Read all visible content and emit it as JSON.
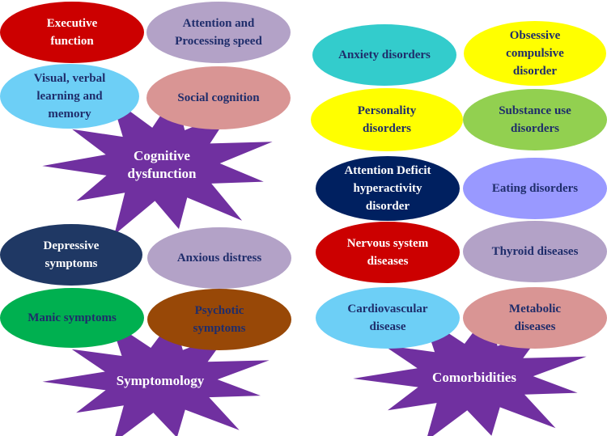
{
  "colors": {
    "red": "#cc0000",
    "lavender": "#b3a2c7",
    "skyblue": "#6dcff6",
    "rose": "#d99594",
    "teal": "#33cccc",
    "yellow": "#ffff00",
    "lime": "#92d050",
    "navy": "#002060",
    "periwinkle": "#9999ff",
    "darkblue": "#1f3864",
    "green": "#00b050",
    "brown": "#984807",
    "purple": "#7030a0",
    "text_dark": "#1f2d6b",
    "text_light": "#ffffff"
  },
  "cognitive": {
    "star_label": [
      "Cognitive",
      "dysfunction"
    ],
    "items": [
      {
        "lines": [
          "Executive",
          "function"
        ],
        "color": "red",
        "text": "text_light"
      },
      {
        "lines": [
          "Attention and",
          "Processing speed"
        ],
        "color": "lavender",
        "text": "text_dark"
      },
      {
        "lines": [
          "Visual, verbal",
          "learning and",
          "memory"
        ],
        "color": "skyblue",
        "text": "text_dark"
      },
      {
        "lines": [
          "Social cognition"
        ],
        "color": "rose",
        "text": "text_dark"
      }
    ]
  },
  "symptomology": {
    "star_label": [
      "Symptomology"
    ],
    "items": [
      {
        "lines": [
          "Depressive",
          "symptoms"
        ],
        "color": "darkblue",
        "text": "text_light"
      },
      {
        "lines": [
          "Anxious distress"
        ],
        "color": "lavender",
        "text": "text_dark"
      },
      {
        "lines": [
          "Manic symptoms"
        ],
        "color": "green",
        "text": "text_dark"
      },
      {
        "lines": [
          "Psychotic",
          "symptoms"
        ],
        "color": "brown",
        "text": "text_dark"
      }
    ]
  },
  "comorbidities": {
    "star_label": [
      "Comorbidities"
    ],
    "items": [
      {
        "lines": [
          "Anxiety disorders"
        ],
        "color": "teal",
        "text": "text_dark"
      },
      {
        "lines": [
          "Obsessive",
          "compulsive",
          "disorder"
        ],
        "color": "yellow",
        "text": "text_dark"
      },
      {
        "lines": [
          "Personality",
          "disorders"
        ],
        "color": "yellow",
        "text": "text_dark"
      },
      {
        "lines": [
          "Substance use",
          "disorders"
        ],
        "color": "lime",
        "text": "text_dark"
      },
      {
        "lines": [
          "Attention Deficit",
          "hyperactivity",
          "disorder"
        ],
        "color": "navy",
        "text": "text_light"
      },
      {
        "lines": [
          "Eating disorders"
        ],
        "color": "periwinkle",
        "text": "text_dark"
      },
      {
        "lines": [
          "Nervous system",
          "diseases"
        ],
        "color": "red",
        "text": "text_light"
      },
      {
        "lines": [
          "Thyroid diseases"
        ],
        "color": "lavender",
        "text": "text_dark"
      },
      {
        "lines": [
          "Cardiovascular",
          "disease"
        ],
        "color": "skyblue",
        "text": "text_dark"
      },
      {
        "lines": [
          "Metabolic",
          "diseases"
        ],
        "color": "rose",
        "text": "text_dark"
      }
    ]
  }
}
